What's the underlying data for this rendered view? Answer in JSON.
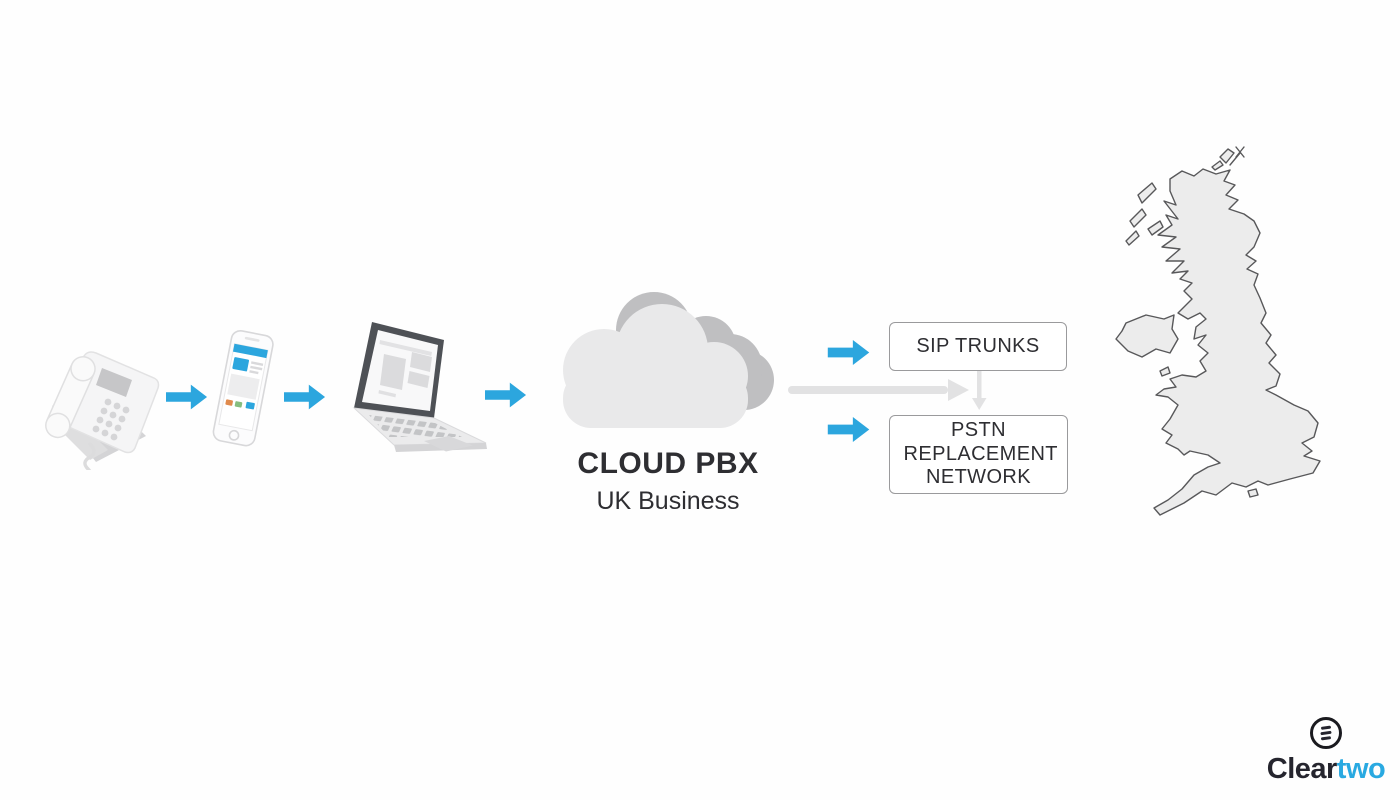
{
  "diagram": {
    "cloud": {
      "title": "CLOUD PBX",
      "subtitle": "UK Business"
    },
    "boxes": {
      "sip": {
        "label": "SIP TRUNKS"
      },
      "pstn": {
        "label": "PSTN REPLACEMENT NETWORK"
      }
    },
    "icons": [
      "desk-phone-icon",
      "smartphone-icon",
      "laptop-icon",
      "cloud-icon",
      "uk-map",
      "cleartwo-logo-icon",
      "blue-right-arrow-icon",
      "gray-right-arrow-icon",
      "gray-down-arrow-icon"
    ]
  },
  "logo": {
    "name": "Cleartwo",
    "part1": "Clear",
    "part2": "two"
  },
  "colors": {
    "arrow_blue": "#2CA6DE",
    "arrow_gray": "#E2E2E3",
    "box_border": "#9A9A9C",
    "text_dark": "#2E2E32",
    "cloud_front": "#E9E9EA",
    "cloud_back": "#BFBFC1",
    "map_fill": "#ECECEC",
    "map_stroke": "#58585A",
    "logo_dark": "#25252E",
    "logo_blue": "#29A9E1",
    "device_light": "#F5F5F6",
    "device_mid": "#D9D9DB",
    "device_dark": "#4E5156"
  }
}
